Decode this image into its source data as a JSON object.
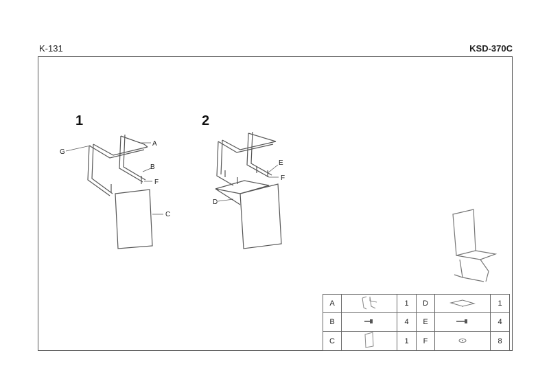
{
  "header": {
    "left_code": "K-131",
    "right_code": "KSD-370C"
  },
  "steps": [
    {
      "number": "1",
      "labels": [
        "A",
        "G",
        "B",
        "F",
        "C"
      ]
    },
    {
      "number": "2",
      "labels": [
        "E",
        "F",
        "D"
      ]
    }
  ],
  "parts": [
    {
      "letter": "A",
      "icon": "frame-icon",
      "qty": "1"
    },
    {
      "letter": "D",
      "icon": "seat-plate-icon",
      "qty": "1"
    },
    {
      "letter": "B",
      "icon": "bolt-icon",
      "qty": "4"
    },
    {
      "letter": "E",
      "icon": "long-bolt-icon",
      "qty": "4"
    },
    {
      "letter": "C",
      "icon": "backrest-panel-icon",
      "qty": "1"
    },
    {
      "letter": "F",
      "icon": "washer-icon",
      "qty": "8"
    }
  ]
}
